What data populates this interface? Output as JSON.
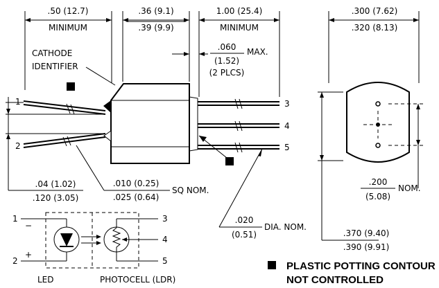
{
  "dims": {
    "a_top": ".50 (12.7)",
    "a_bot": "MINIMUM",
    "b_top": ".36 (9.1)",
    "b_bot": ".39 (9.9)",
    "c_top": "1.00 (25.4)",
    "c_bot": "MINIMUM",
    "d_top": ".300 (7.62)",
    "d_bot": ".320 (8.13)",
    "e_l1": ".060",
    "e_l2": "(1.52)",
    "e_max": "MAX.",
    "e_l3": "(2 PLCS)",
    "f_top": ".04 (1.02)",
    "f_bot": ".120 (3.05)",
    "g_top": ".010 (0.25)",
    "g_bot": ".025 (0.64)",
    "g_suffix": "SQ NOM.",
    "h_top": ".200",
    "h_bot": "(5.08)",
    "h_suffix": "NOM.",
    "i_top": ".020",
    "i_bot": "(0.51)",
    "i_suffix": "DIA. NOM.",
    "j_top": ".370 (9.40)",
    "j_bot": ".390 (9.91)"
  },
  "labels": {
    "cathode_1": "CATHODE",
    "cathode_2": "IDENTIFIER",
    "pin1": "1",
    "pin2": "2",
    "pin3": "3",
    "pin4": "4",
    "pin5": "5",
    "minus": "−",
    "plus": "+",
    "sch_1": "1",
    "sch_2": "2",
    "sch_3": "3",
    "sch_4": "4",
    "sch_5": "5",
    "led": "LED",
    "photocell": "PHOTOCELL (LDR)"
  },
  "legend": {
    "line1": "PLASTIC POTTING CONTOUR",
    "line2": "NOT CONTROLLED"
  }
}
